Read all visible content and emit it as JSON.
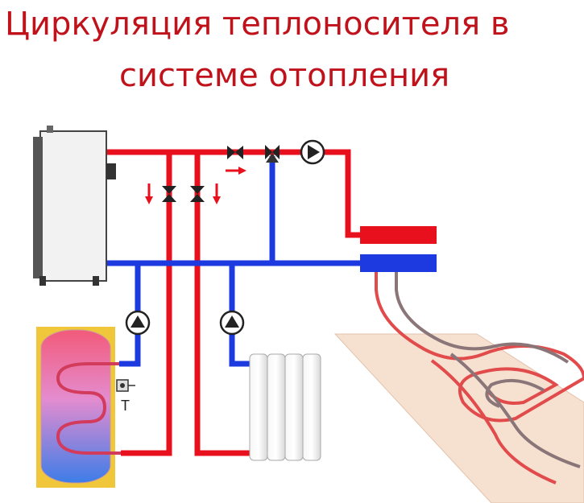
{
  "title": {
    "line1": "Циркуляция теплоносителя в",
    "line2": "системе отопления"
  },
  "labels": {
    "thermostat": "Т"
  },
  "colors": {
    "title": "#c0121b",
    "supply_pipe": "#e8101c",
    "return_pipe": "#1d39e0",
    "floor": "#f6e0d0",
    "tank_frame": "#f0c63a"
  },
  "icons": [
    "boiler-icon",
    "valve-icon",
    "pump-icon",
    "flow-arrow-icon",
    "manifold-icon",
    "water-tank-icon",
    "radiator-icon",
    "underfloor-heating-icon",
    "thermostat-icon"
  ]
}
